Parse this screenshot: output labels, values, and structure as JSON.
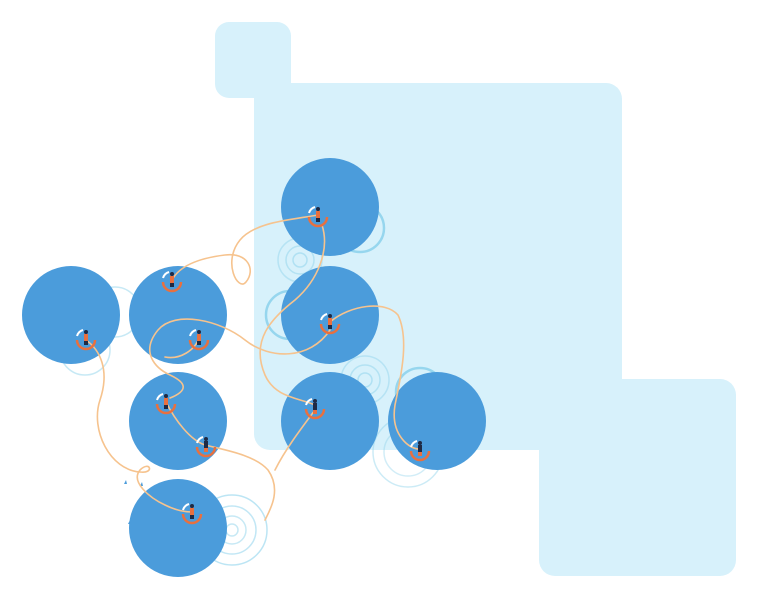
{
  "colors": {
    "background": "#ffffff",
    "panel": "#d7f1fb",
    "circle": "#4b9cdb",
    "ripple": "#8fd3ec",
    "path": "#f6c38e",
    "figure_orange": "#e8703f",
    "figure_dark": "#1f2a44"
  },
  "icons": {
    "figure": "person-icon",
    "ripple": "ripple-rings"
  },
  "circles": [
    {
      "id": "top-center"
    },
    {
      "id": "left"
    },
    {
      "id": "upper-left"
    },
    {
      "id": "center"
    },
    {
      "id": "mid-left"
    },
    {
      "id": "lower-center"
    },
    {
      "id": "right"
    },
    {
      "id": "bottom"
    }
  ]
}
